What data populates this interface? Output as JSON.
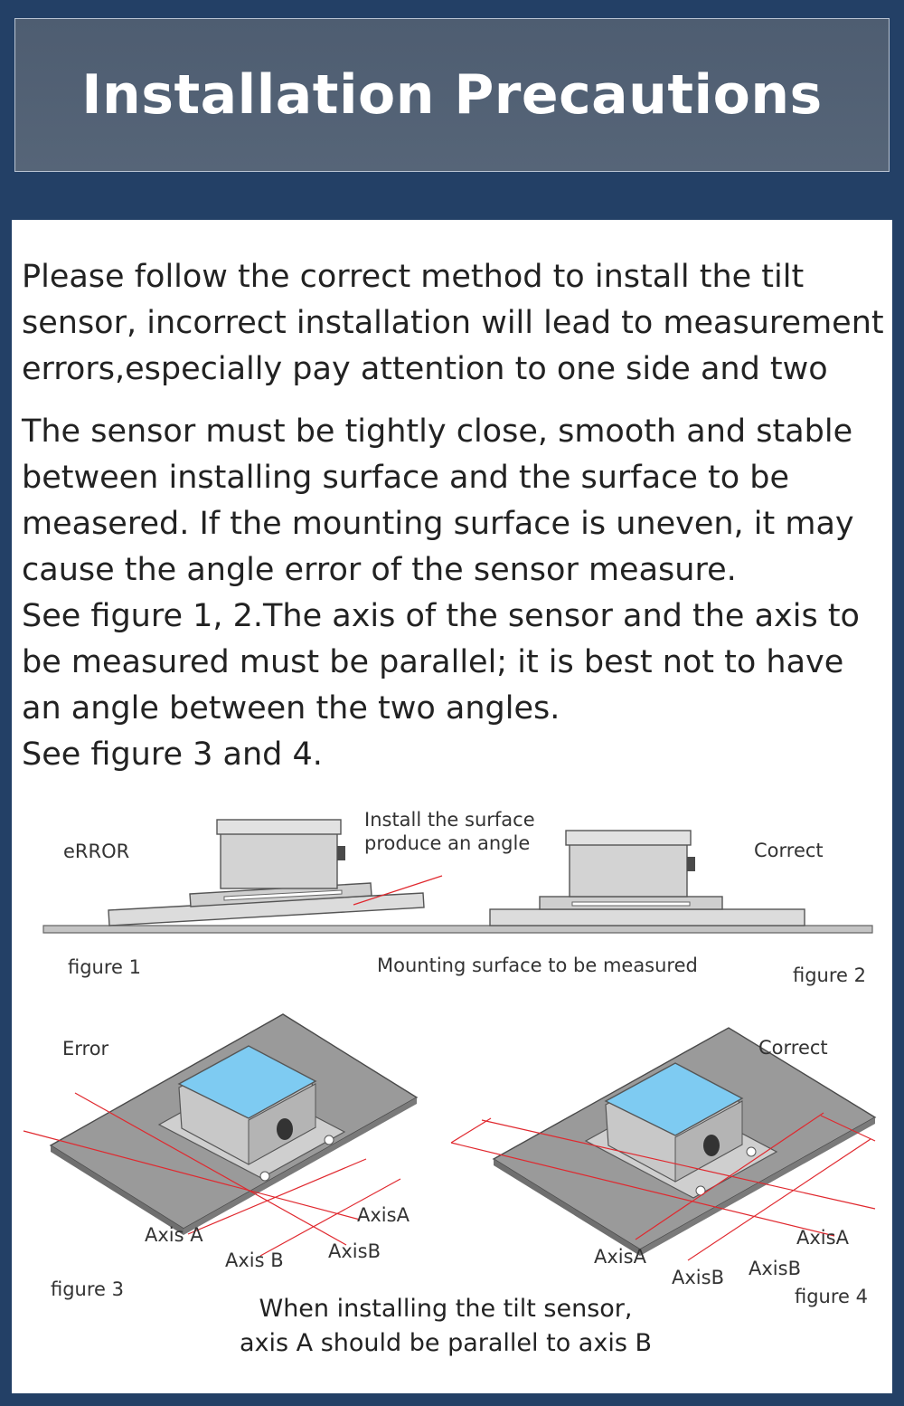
{
  "header": {
    "title": "Installation Precautions"
  },
  "intro": {
    "lines": [
      "Please follow the correct method to install the tilt",
      "sensor, incorrect installation will lead to measurement",
      "errors,especially pay attention to one side and two"
    ]
  },
  "details": {
    "lines": [
      "The sensor must be tightly close, smooth and stable",
      "between installing surface and the surface to be",
      "measered. If the mounting surface is uneven, it may",
      "cause the angle error of the sensor measure.",
      "See figure 1, 2.The axis of the sensor and the axis to",
      "be measured must be parallel; it is best not to have",
      "an angle between the two angles.",
      "See figure 3 and 4."
    ]
  },
  "figures_top": {
    "error_label": "eRROR",
    "annotation_lines": [
      "Install the surface",
      "produce an angle"
    ],
    "correct_label": "Correct",
    "figure1_label": "figure 1",
    "surface_label": "Mounting surface to be measured",
    "figure2_label": "figure 2"
  },
  "figures_bottom": {
    "error_label": "Error",
    "correct_label": "Correct",
    "fig3": {
      "axis_a_left": "Axis A",
      "axis_a_right": "AxisA",
      "axis_b_left": "Axis B",
      "axis_b_right": "AxisB",
      "figure_label": "figure 3"
    },
    "fig4": {
      "axis_a_left": "AxisA",
      "axis_a_right": "AxisA",
      "axis_b_left": "AxisB",
      "axis_b_right": "AxisB",
      "figure_label": "figure 4"
    }
  },
  "caption": {
    "lines": [
      "When installing the tilt sensor,",
      "axis A should be parallel to axis B"
    ]
  },
  "colors": {
    "background": "#234066",
    "header": "#515f72",
    "axis_line": "#e0282e",
    "sensor_top": "#7ecbf2",
    "plate": "#8b8b8b"
  }
}
